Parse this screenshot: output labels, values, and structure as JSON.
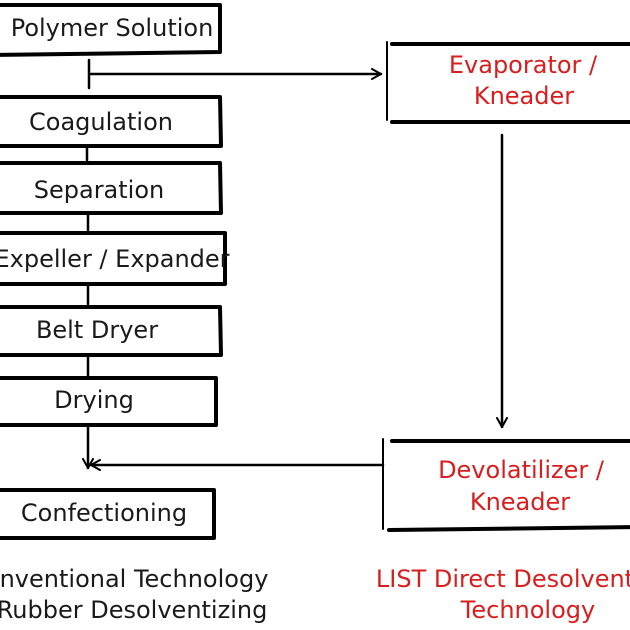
{
  "diagram": {
    "colors": {
      "ink": "#1a1a1a",
      "accent": "#d81e1e"
    },
    "conventional": {
      "steps": [
        "Polymer Solution",
        "Coagulation",
        "Separation",
        "Expeller / Expander",
        "Belt Dryer",
        "Drying",
        "Confectioning"
      ],
      "caption_line1": "nventional Technology",
      "caption_line2": "Rubber Desolventizing"
    },
    "list": {
      "evaporator_line1": "Evaporator /",
      "evaporator_line2": "Kneader",
      "devolatilizer_line1": "Devolatilizer /",
      "devolatilizer_line2": "Kneader",
      "caption_line1": "LIST Direct Desolvent",
      "caption_line2": "Technology"
    }
  }
}
